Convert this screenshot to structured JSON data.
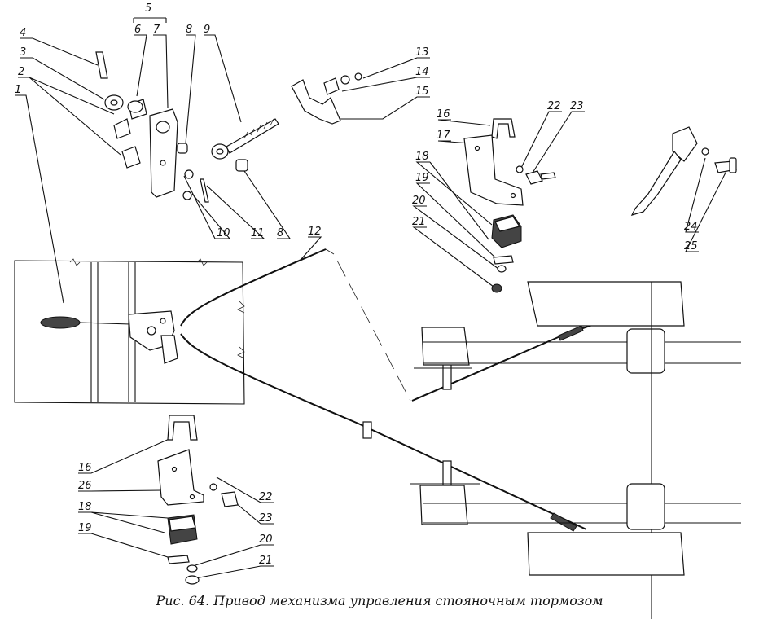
{
  "caption": "Рис. 64. Привод механизма управления стояночным тормозом",
  "callouts": [
    {
      "id": "c-4",
      "label": "4"
    },
    {
      "id": "c-3",
      "label": "3"
    },
    {
      "id": "c-2",
      "label": "2"
    },
    {
      "id": "c-1",
      "label": "1"
    },
    {
      "id": "c-5",
      "label": "5"
    },
    {
      "id": "c-6",
      "label": "6"
    },
    {
      "id": "c-7",
      "label": "7"
    },
    {
      "id": "c-8a",
      "label": "8"
    },
    {
      "id": "c-9",
      "label": "9"
    },
    {
      "id": "c-10",
      "label": "10"
    },
    {
      "id": "c-11",
      "label": "11"
    },
    {
      "id": "c-8b",
      "label": "8"
    },
    {
      "id": "c-12",
      "label": "12"
    },
    {
      "id": "c-13",
      "label": "13"
    },
    {
      "id": "c-14",
      "label": "14"
    },
    {
      "id": "c-15",
      "label": "15"
    },
    {
      "id": "c-16a",
      "label": "16"
    },
    {
      "id": "c-17",
      "label": "17"
    },
    {
      "id": "c-18a",
      "label": "18"
    },
    {
      "id": "c-19a",
      "label": "19"
    },
    {
      "id": "c-20a",
      "label": "20"
    },
    {
      "id": "c-21a",
      "label": "21"
    },
    {
      "id": "c-22a",
      "label": "22"
    },
    {
      "id": "c-23a",
      "label": "23"
    },
    {
      "id": "c-24",
      "label": "24"
    },
    {
      "id": "c-25",
      "label": "25"
    },
    {
      "id": "c-16b",
      "label": "16"
    },
    {
      "id": "c-26",
      "label": "26"
    },
    {
      "id": "c-18b",
      "label": "18"
    },
    {
      "id": "c-19b",
      "label": "19"
    },
    {
      "id": "c-22b",
      "label": "22"
    },
    {
      "id": "c-23b",
      "label": "23"
    },
    {
      "id": "c-20b",
      "label": "20"
    },
    {
      "id": "c-21b",
      "label": "21"
    }
  ]
}
